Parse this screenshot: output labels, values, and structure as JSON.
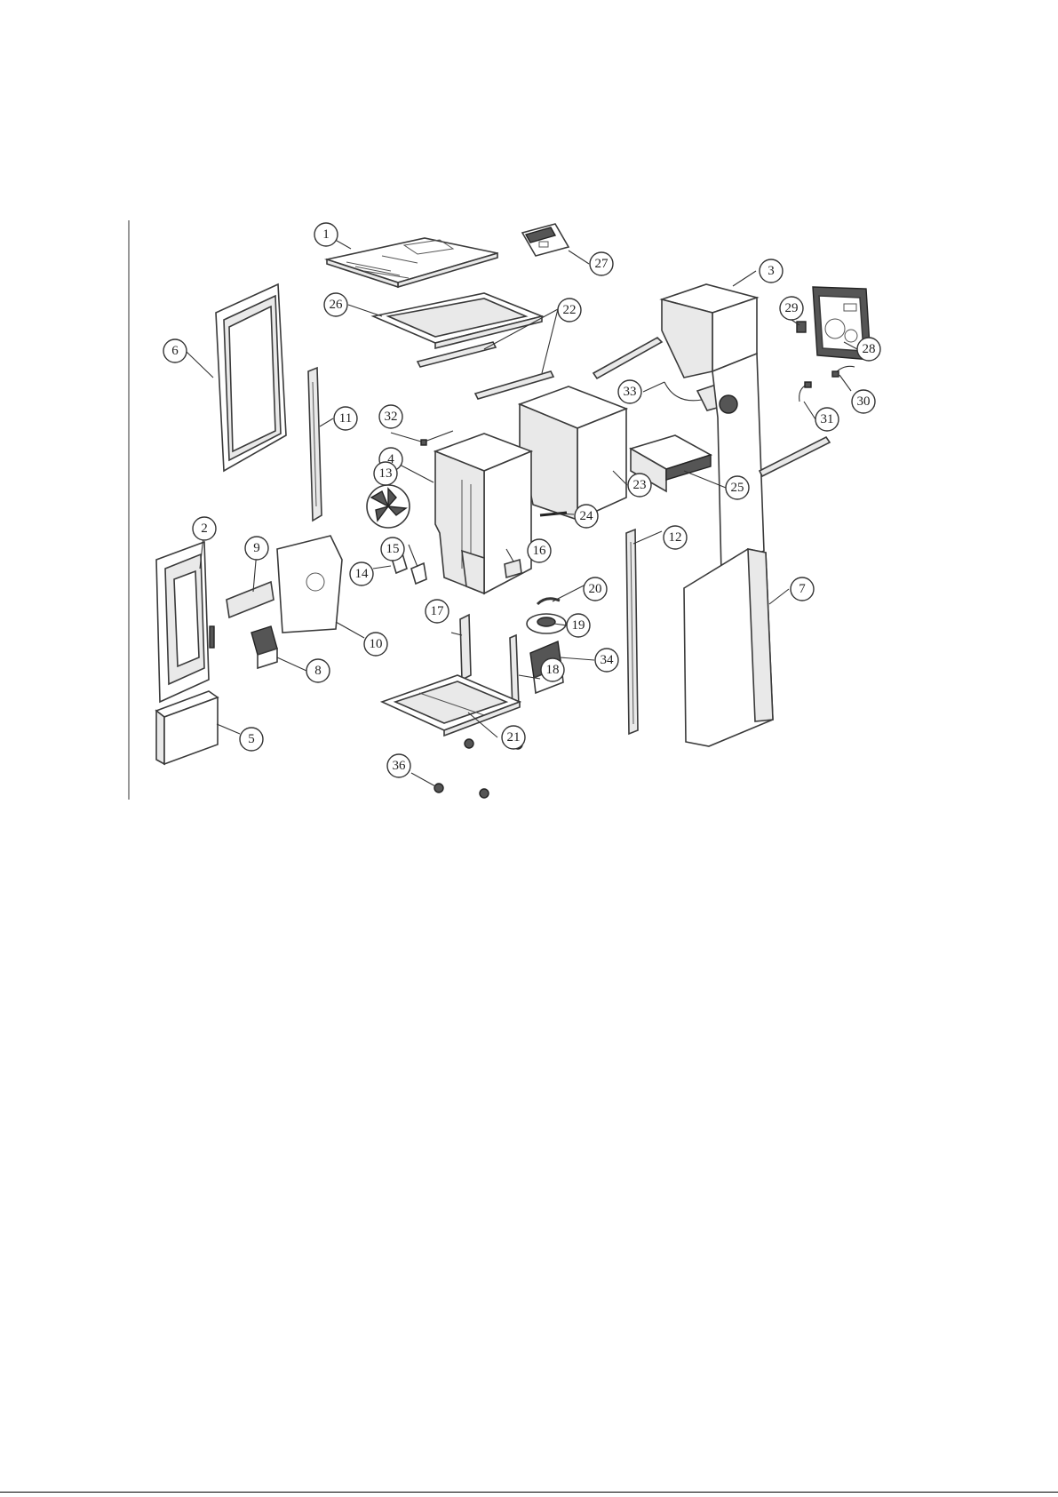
{
  "diagram": {
    "callouts": [
      {
        "id": "c1",
        "label": "1"
      },
      {
        "id": "c2",
        "label": "2"
      },
      {
        "id": "c3",
        "label": "3"
      },
      {
        "id": "c4",
        "label": "4"
      },
      {
        "id": "c5",
        "label": "5"
      },
      {
        "id": "c6",
        "label": "6"
      },
      {
        "id": "c7",
        "label": "7"
      },
      {
        "id": "c8",
        "label": "8"
      },
      {
        "id": "c9",
        "label": "9"
      },
      {
        "id": "c10",
        "label": "10"
      },
      {
        "id": "c11",
        "label": "11"
      },
      {
        "id": "c12",
        "label": "12"
      },
      {
        "id": "c13",
        "label": "13"
      },
      {
        "id": "c14",
        "label": "14"
      },
      {
        "id": "c15",
        "label": "15"
      },
      {
        "id": "c16",
        "label": "16"
      },
      {
        "id": "c17",
        "label": "17"
      },
      {
        "id": "c18",
        "label": "18"
      },
      {
        "id": "c19",
        "label": "19"
      },
      {
        "id": "c20",
        "label": "20"
      },
      {
        "id": "c21",
        "label": "21"
      },
      {
        "id": "c22",
        "label": "22"
      },
      {
        "id": "c23",
        "label": "23"
      },
      {
        "id": "c24",
        "label": "24"
      },
      {
        "id": "c25",
        "label": "25"
      },
      {
        "id": "c26",
        "label": "26"
      },
      {
        "id": "c27",
        "label": "27"
      },
      {
        "id": "c28",
        "label": "28"
      },
      {
        "id": "c29",
        "label": "29"
      },
      {
        "id": "c30",
        "label": "30"
      },
      {
        "id": "c31",
        "label": "31"
      },
      {
        "id": "c32",
        "label": "32"
      },
      {
        "id": "c33",
        "label": "33"
      },
      {
        "id": "c34",
        "label": "34"
      },
      {
        "id": "c36",
        "label": "36"
      }
    ]
  }
}
